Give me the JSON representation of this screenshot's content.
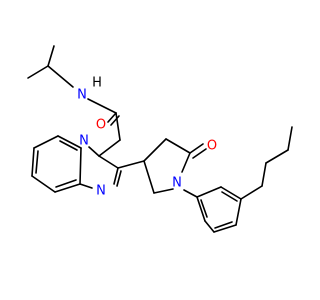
{
  "molecule": {
    "atoms": [
      {
        "key": "h",
        "symbol": "H",
        "color": "#000000"
      },
      {
        "key": "n_amide",
        "symbol": "N",
        "color": "#0000ff"
      },
      {
        "key": "o_amide",
        "symbol": "O",
        "color": "#ff0000"
      },
      {
        "key": "n_benzimidazole_1",
        "symbol": "N",
        "color": "#0000ff"
      },
      {
        "key": "n_benzimidazole_3",
        "symbol": "N",
        "color": "#0000ff"
      },
      {
        "key": "o_lactam",
        "symbol": "O",
        "color": "#ff0000"
      },
      {
        "key": "n_lactam",
        "symbol": "N",
        "color": "#0000ff"
      }
    ]
  }
}
